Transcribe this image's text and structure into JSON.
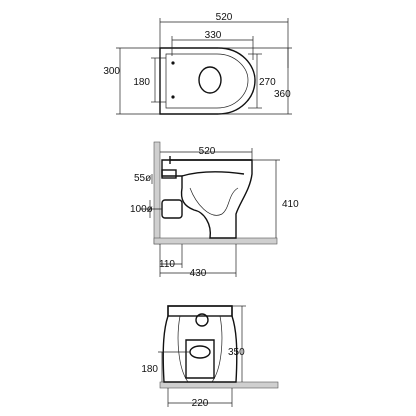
{
  "top_view": {
    "width_total": "520",
    "width_inner": "330",
    "height_total": "300",
    "height_inner": "180",
    "depth_right": "270",
    "depth_total": "360"
  },
  "side_view": {
    "length_top": "520",
    "inlet_height": "55ø",
    "outlet_diameter": "100ø",
    "height": "410",
    "outlet_offset": "110",
    "length_bottom": "430"
  },
  "rear_view": {
    "height": "350",
    "outlet_height": "180",
    "width": "220"
  }
}
